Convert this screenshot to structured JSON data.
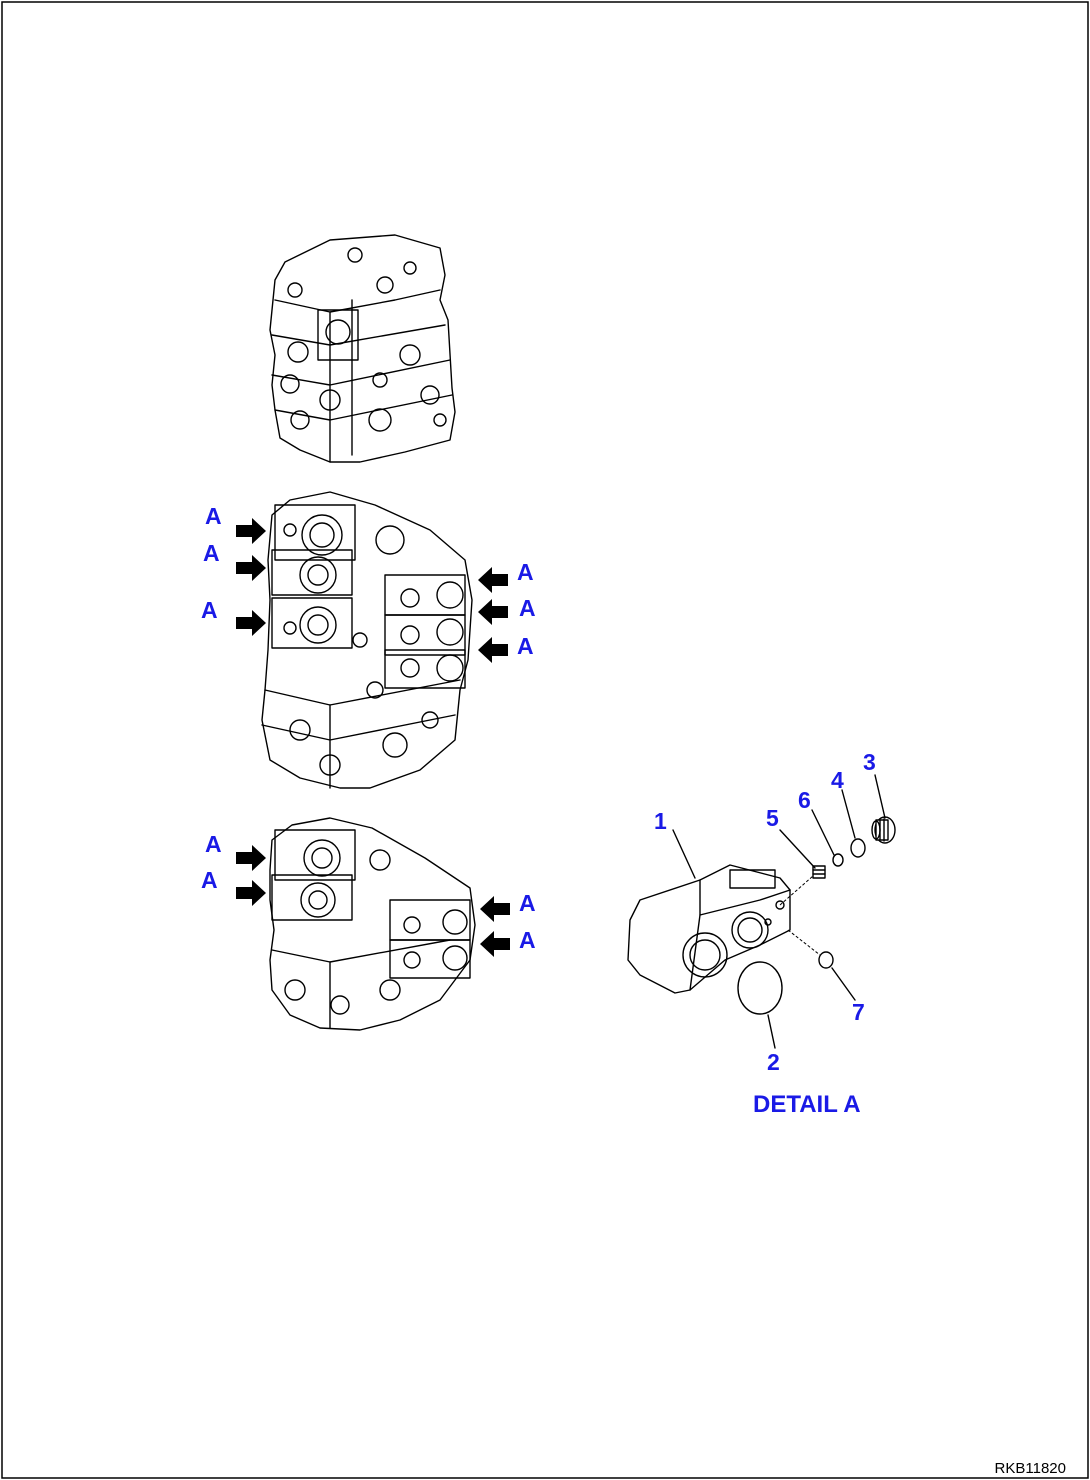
{
  "labels": {
    "callout_letter": "A",
    "detail_title": "DETAIL A",
    "reference_code": "RKB11820"
  },
  "part_numbers": [
    "1",
    "2",
    "3",
    "4",
    "5",
    "6",
    "7"
  ]
}
